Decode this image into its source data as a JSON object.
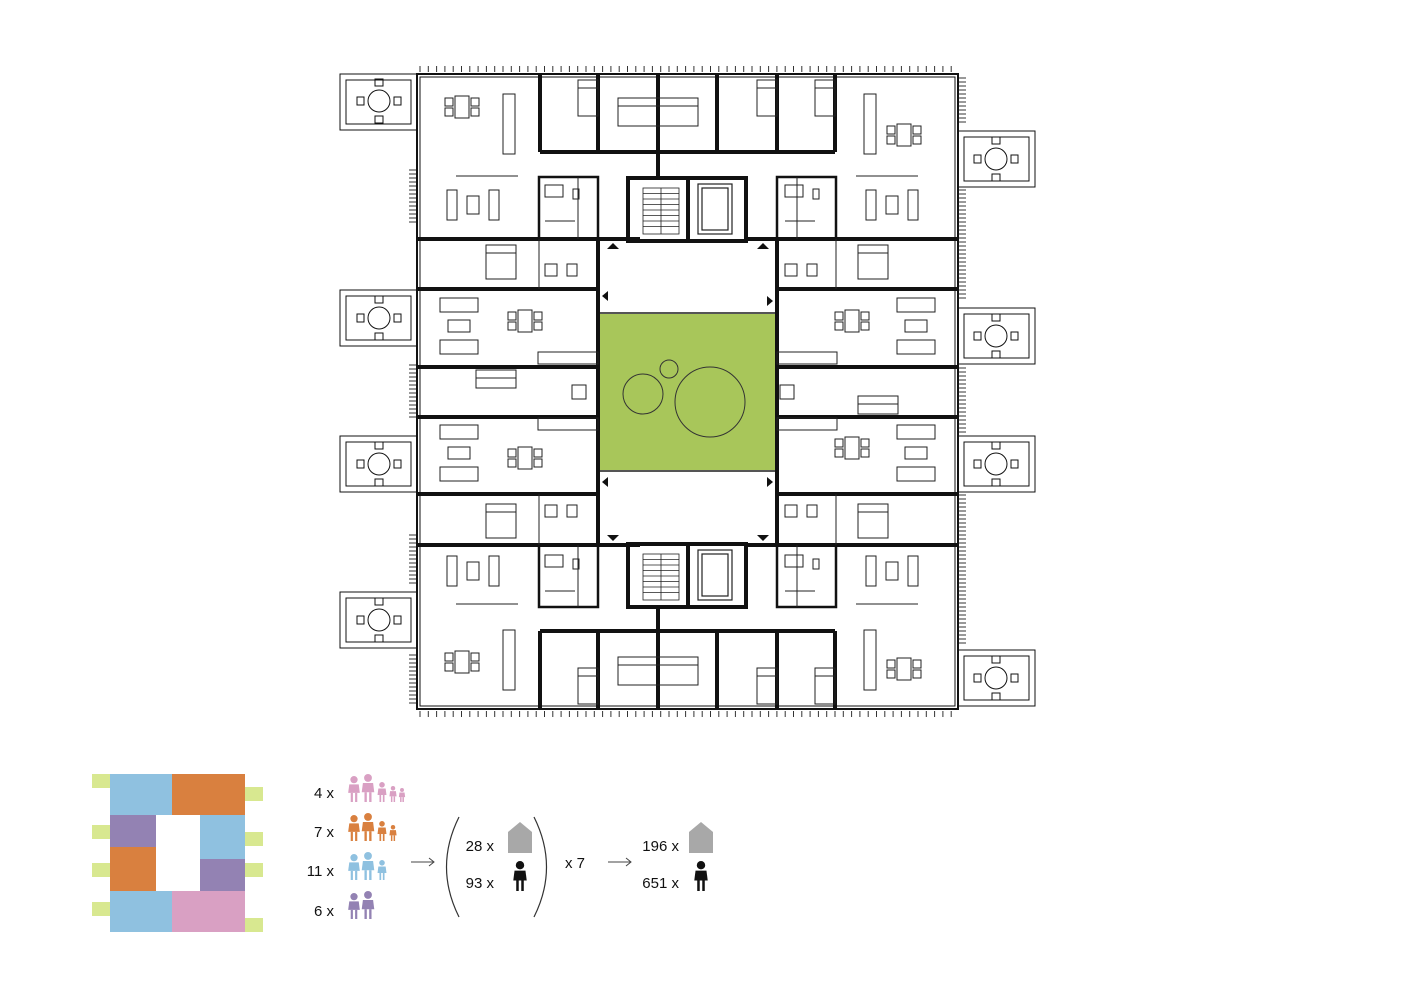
{
  "colors": {
    "courtyard": "#a8c65a",
    "unit_blue": "#8fc1e0",
    "unit_orange": "#d9803f",
    "unit_purple": "#9382b3",
    "unit_pink": "#d9a0c3",
    "balcony_yellow": "#d8e890",
    "house_grey": "#a8a8a8",
    "wall": "#111111"
  },
  "icons": {
    "family_large": "family-of-five-icon",
    "family_medium_large": "family-of-four-icon",
    "family_medium": "family-of-three-icon",
    "family_small": "couple-icon",
    "house": "house-icon",
    "person": "person-icon"
  },
  "legend": {
    "rows": [
      {
        "count": "4 x",
        "color": "#d9a0c3",
        "members": 5
      },
      {
        "count": "7 x",
        "color": "#d9803f",
        "members": 4
      },
      {
        "count": "11 x",
        "color": "#8fc1e0",
        "members": 3
      },
      {
        "count": "6 x",
        "color": "#9382b3",
        "members": 2
      }
    ],
    "per_floor": {
      "units": "28 x",
      "residents": "93 x"
    },
    "multiplier": "x 7",
    "total": {
      "units": "196 x",
      "residents": "651 x"
    }
  }
}
